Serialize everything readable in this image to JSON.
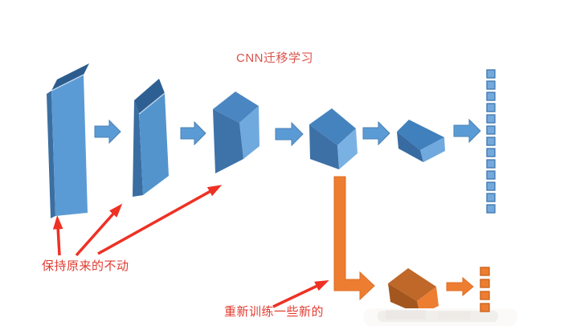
{
  "title": {
    "text": "CNN迁移学习"
  },
  "labels": {
    "keep_original": "保持原来的不动",
    "retrain_new": "重新训练一些新的"
  },
  "colors": {
    "blue_light": "#5b9bd5",
    "blue_mid": "#4583bf",
    "blue_dark": "#3a6da1",
    "blue_square_fill": "#73a9dc",
    "blue_square_border": "#3f76ad",
    "orange": "#ed7d31",
    "orange_box_front": "#a3571e",
    "orange_box_top": "#c0672a",
    "orange_square_border": "#c96018",
    "red_arrow": "#ee3124",
    "red_text": "#e23b30"
  },
  "network": {
    "blue_layer_count": 5,
    "blue_arrow_count": 5,
    "output_vector": {
      "squares": 13
    },
    "new_output_vector": {
      "squares": 4
    }
  }
}
